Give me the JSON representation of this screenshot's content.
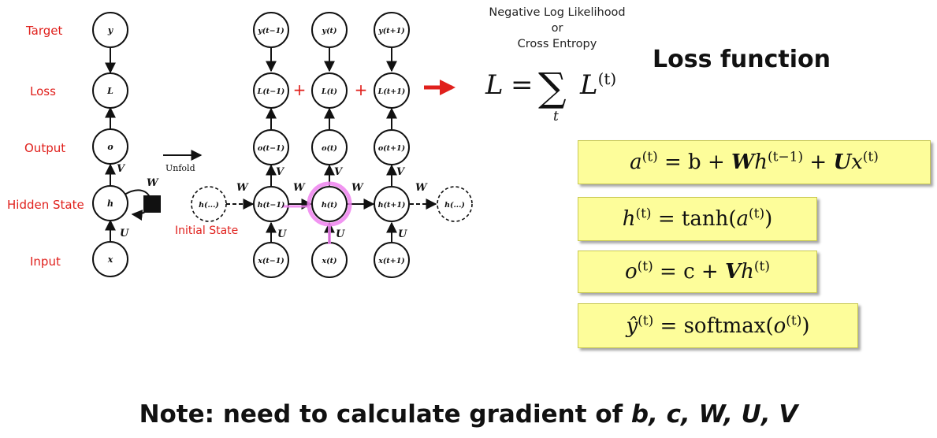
{
  "row_labels": {
    "target": "Target",
    "loss": "Loss",
    "output": "Output",
    "hidden": "Hidden State",
    "input": "Input",
    "initial_state": "Initial State"
  },
  "folded": {
    "target": "y",
    "loss": "L",
    "output": "o",
    "hidden": "h",
    "input": "x",
    "w": "W",
    "v": "V",
    "u": "U"
  },
  "unfold_label": "Unfold",
  "unfolded": {
    "targets": [
      "y(t−1)",
      "y(t)",
      "y(t+1)"
    ],
    "losses": [
      "L(t−1)",
      "L(t)",
      "L(t+1)"
    ],
    "plus": "+",
    "outputs": [
      "o(t−1)",
      "o(t)",
      "o(t+1)"
    ],
    "hiddens": [
      "h(t−1)",
      "h(t)",
      "h(t+1)"
    ],
    "inputs": [
      "x(t−1)",
      "x(t)",
      "x(t+1)"
    ],
    "h_prev": "h(...)",
    "h_next": "h(...)",
    "w": "W",
    "v": "V",
    "u": "U"
  },
  "loss_note": {
    "line1": "Negative Log Likelihood",
    "line2": "or",
    "line3": "Cross Entropy"
  },
  "loss_formula": {
    "lhs": "L",
    "equals": "=",
    "sum_symbol": "∑",
    "sub": "t",
    "term": "L",
    "sup": "(t)"
  },
  "loss_title": "Loss function",
  "equations": {
    "e1": {
      "a": "a",
      "sup1": "(t)",
      "eq": " = b + ",
      "W": "W",
      "h": "h",
      "sup2": "(t−1)",
      "plus": " + ",
      "U": "U",
      "x": "x",
      "sup3": "(t)"
    },
    "e2": {
      "h": "h",
      "sup1": "(t)",
      "eq": " = tanh(",
      "a": "a",
      "sup2": "(t)",
      "close": ")"
    },
    "e3": {
      "o": "o",
      "sup1": "(t)",
      "eq": " = c + ",
      "V": "V",
      "h": "h",
      "sup2": "(t)"
    },
    "e4": {
      "y": "ŷ",
      "sup1": "(t)",
      "eq": " = softmax(",
      "o": "o",
      "sup2": "(t)",
      "close": ")"
    }
  },
  "note": {
    "prefix": "Note: need to calculate gradient of ",
    "vars": "b, c, W, U, V"
  },
  "colors": {
    "accent_red": "#e0201c",
    "highlight_pink": "#ee82ee",
    "eq_box_fill": "#fdfd9a"
  }
}
